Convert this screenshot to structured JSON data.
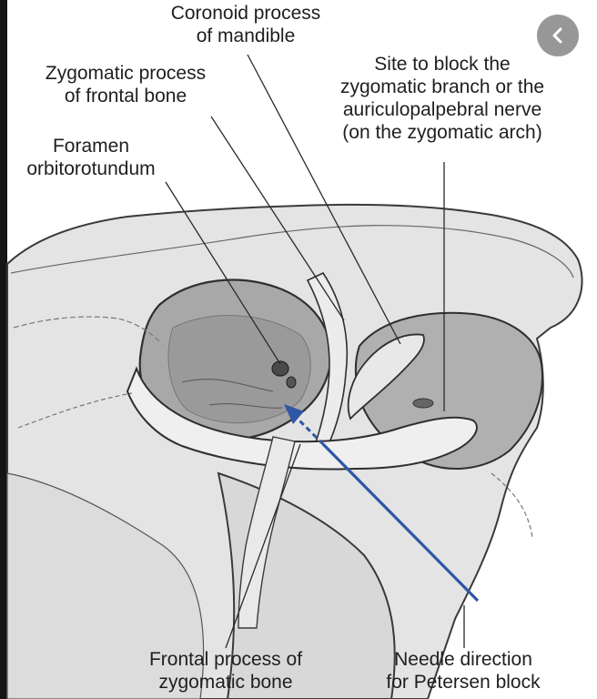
{
  "labels": {
    "coronoid": [
      "Coronoid process",
      "of mandible"
    ],
    "zygomatic_frontal": [
      "Zygomatic process",
      "of frontal bone"
    ],
    "site_block": [
      "Site to block the",
      "zygomatic branch or the",
      "auriculopalpebral nerve",
      "(on the zygomatic arch)"
    ],
    "foramen": [
      "Foramen",
      "orbitorotundum"
    ],
    "frontal_process": [
      "Frontal process of",
      "zygomatic bone"
    ],
    "needle": [
      "Needle direction",
      "for Petersen block"
    ]
  },
  "icons": {
    "back": "chevron-left-icon"
  },
  "colors": {
    "bone_light": "#e6e6e6",
    "bone_mid": "#cfcfcf",
    "bone_dark": "#a9a9a9",
    "outline": "#3a3a3a",
    "needle": "#2f57a6",
    "back_button": "#808080"
  }
}
